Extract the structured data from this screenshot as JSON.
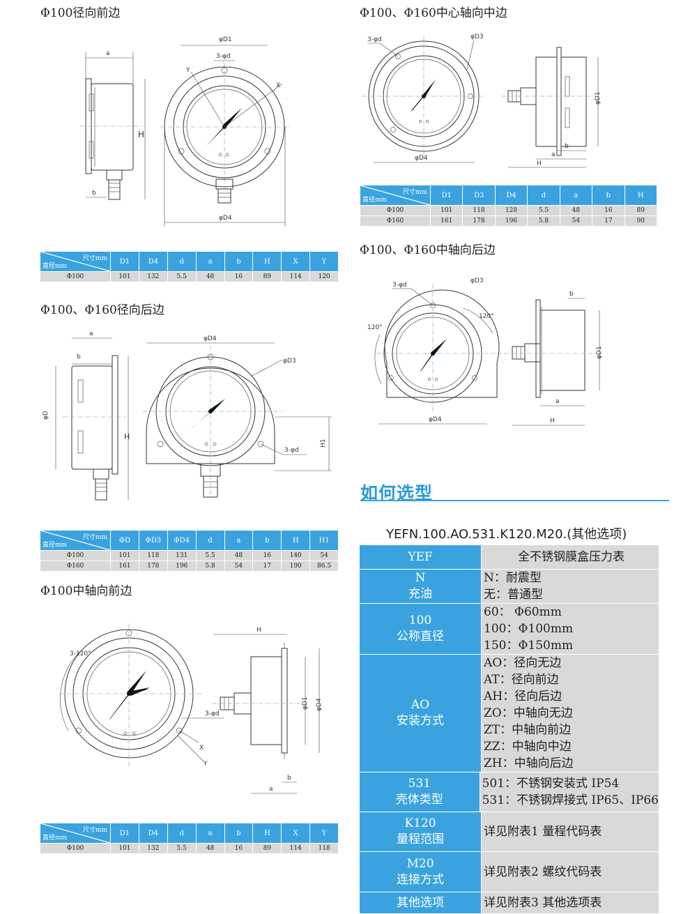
{
  "sections": {
    "s1": "Φ100径向前边",
    "s2": "Φ100、Φ160中心轴向中边",
    "s3": "Φ100、Φ160径向后边",
    "s4": "Φ100、Φ160中轴向后边",
    "s5": "Φ100中轴向前边"
  },
  "drawing_labels": {
    "D1": "φD1",
    "D3": "φD3",
    "D4": "φD4",
    "D": "φD",
    "holes": "3-φd",
    "H": "H",
    "H1": "H1",
    "a": "a",
    "b": "b",
    "X": "X",
    "Y": "Y",
    "ang120": "120°",
    "ang3x120": "3-120°"
  },
  "table_header": {
    "size": "尺寸mm",
    "diameter": "直径mm"
  },
  "tables": {
    "t1": {
      "cols": [
        "D1",
        "D4",
        "d",
        "a",
        "b",
        "H",
        "X",
        "Y"
      ],
      "rows": [
        [
          "Φ100",
          "101",
          "132",
          "5.5",
          "48",
          "16",
          "89",
          "114",
          "120"
        ]
      ]
    },
    "t2": {
      "cols": [
        "D1",
        "D3",
        "D4",
        "d",
        "a",
        "b",
        "H"
      ],
      "rows": [
        [
          "Φ100",
          "101",
          "118",
          "128",
          "5.5",
          "48",
          "16",
          "89"
        ],
        [
          "Φ160",
          "161",
          "178",
          "196",
          "5.8",
          "54",
          "17",
          "90"
        ]
      ]
    },
    "t3": {
      "cols": [
        "ΦD",
        "ΦD3",
        "ΦD4",
        "d",
        "a",
        "b",
        "H",
        "H1"
      ],
      "rows": [
        [
          "Φ100",
          "101",
          "118",
          "131",
          "5.5",
          "48",
          "16",
          "140",
          "54"
        ],
        [
          "Φ160",
          "161",
          "178",
          "196",
          "5.8",
          "54",
          "17",
          "190",
          "86.5"
        ]
      ]
    },
    "t5": {
      "cols": [
        "D1",
        "D4",
        "d",
        "a",
        "b",
        "H",
        "X",
        "Y"
      ],
      "rows": [
        [
          "Φ100",
          "101",
          "132",
          "5.5",
          "48",
          "16",
          "89",
          "114",
          "118"
        ]
      ]
    }
  },
  "selection": {
    "heading": "如何选型",
    "model": "YEFN.100.AO.531.K120.M20.(其他选项)",
    "rows": [
      {
        "code": [
          "YEF"
        ],
        "desc": [
          "全不锈钢膜盒压力表"
        ],
        "center": true
      },
      {
        "code": [
          "N",
          "充油"
        ],
        "desc": [
          "N：耐震型",
          "无：普通型"
        ]
      },
      {
        "code": [
          "100",
          "公称直径"
        ],
        "desc": [
          "60：  Φ60mm",
          "100：Φ100mm",
          "150：Φ150mm"
        ]
      },
      {
        "code": [
          "AO",
          "安装方式"
        ],
        "desc": [
          "AO：径向无边",
          "AT：径向前边",
          "AH：径向后边",
          "ZO：中轴向无边",
          "ZT：中轴向前边",
          "ZZ：中轴向中边",
          "ZH：中轴向后边"
        ]
      },
      {
        "code": [
          "531",
          "壳体类型"
        ],
        "desc": [
          "501：不锈钢安装式 IP54",
          "531：不锈钢焊接式 IP65、IP66"
        ]
      },
      {
        "code": [
          "K120",
          "量程范围"
        ],
        "desc": [
          "详见附表1  量程代码表"
        ]
      },
      {
        "code": [
          "M20",
          "连接方式"
        ],
        "desc": [
          "详见附表2  螺纹代码表"
        ]
      },
      {
        "code": [
          "其他选项"
        ],
        "desc": [
          "详见附表3  其他选项表"
        ]
      }
    ]
  }
}
